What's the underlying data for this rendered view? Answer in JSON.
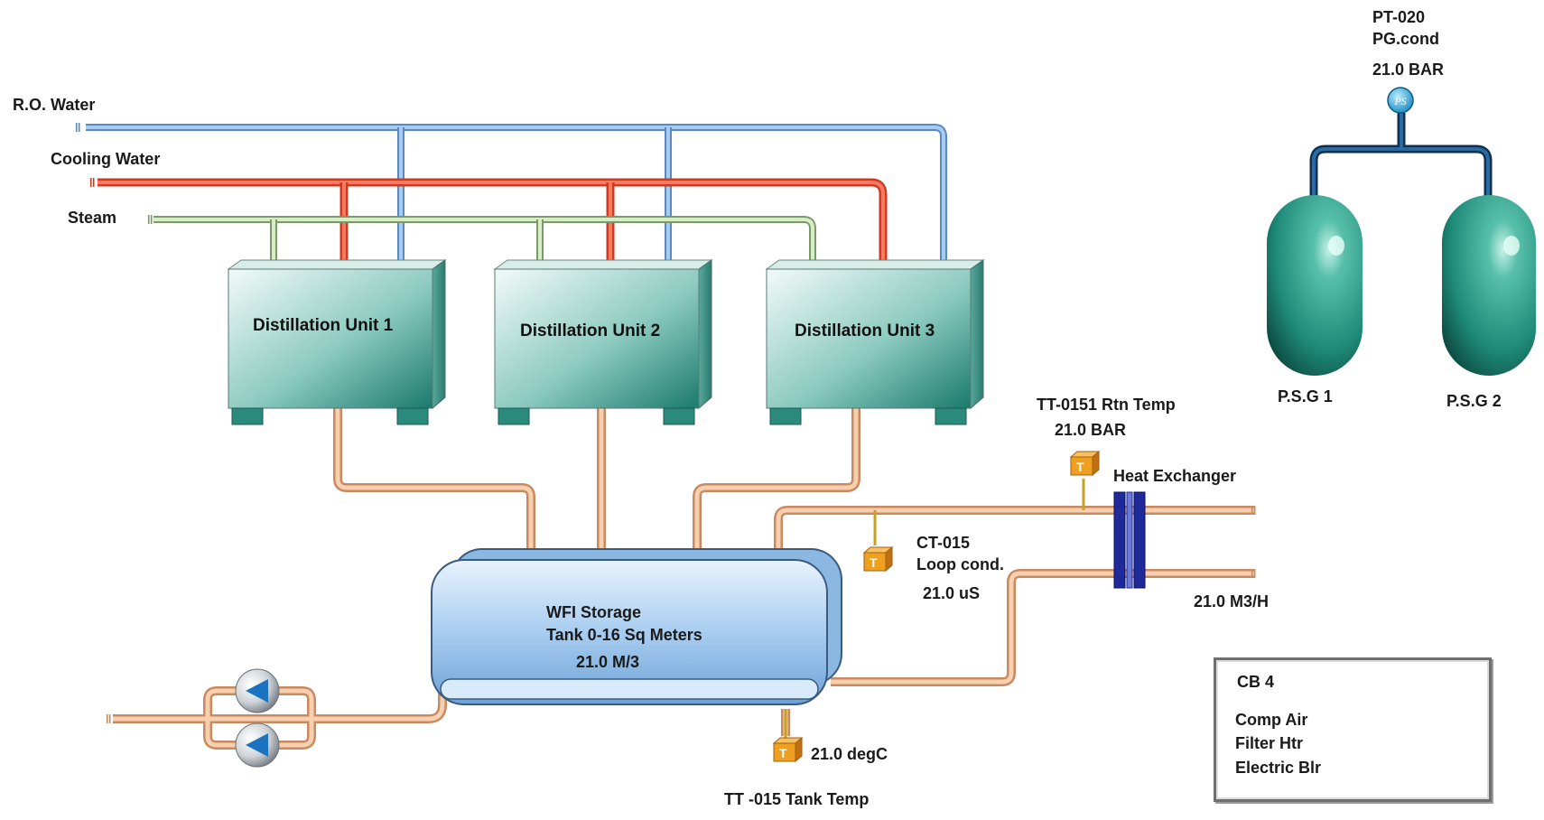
{
  "utilities": {
    "ro_water": "R.O. Water",
    "cooling_water": "Cooling Water",
    "steam": "Steam"
  },
  "distillation_units": [
    {
      "label": "Distillation Unit 1"
    },
    {
      "label": "Distillation Unit 2"
    },
    {
      "label": "Distillation Unit 3"
    }
  ],
  "tank": {
    "line1": "WFI Storage",
    "line2": "Tank 0-16 Sq Meters",
    "level": "21.0 M/3"
  },
  "pt020": {
    "tag": "PT-020",
    "desc": "PG.cond",
    "value": "21.0 BAR",
    "icon_text": "PS"
  },
  "psg": {
    "psg1": "P.S.G  1",
    "psg2": "P.S.G  2"
  },
  "tt0151": {
    "tag": "TT-0151 Rtn Temp",
    "value": "21.0 BAR"
  },
  "heat_exchanger": {
    "label": "Heat Exchanger",
    "flow": "21.0 M3/H"
  },
  "ct015": {
    "tag": "CT-015",
    "desc": "Loop cond.",
    "value": "21.0  uS"
  },
  "tt015": {
    "value": "21.0 degC",
    "tag": "TT -015 Tank Temp"
  },
  "cb4": {
    "title": "CB 4",
    "items": [
      {
        "label": "Comp Air",
        "indicator": true
      },
      {
        "label": "Filter Htr",
        "indicator": false
      },
      {
        "label": "Electric Blr",
        "indicator": true
      }
    ]
  },
  "transmitter_icon_text": "T",
  "colors": {
    "ro_water": "#8ab8e8",
    "cooling_water": "#f05a3c",
    "steam": "#a8c898",
    "product": "#f0b888",
    "vessel": "#1e8a78",
    "tank": "#a8cdf0",
    "indicator_red": "#d42020",
    "transmitter": "#f0a020",
    "hx_plate": "#1e2a9a"
  }
}
